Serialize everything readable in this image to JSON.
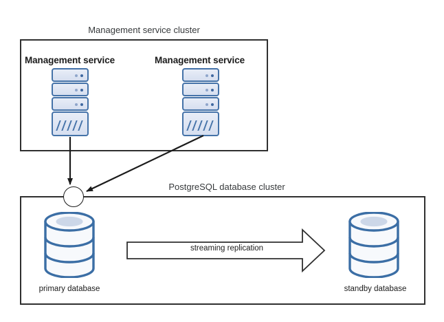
{
  "diagram": {
    "clusters": [
      {
        "id": "management-service-cluster",
        "caption": "Management service cluster"
      },
      {
        "id": "postgresql-database-cluster",
        "caption": "PostgreSQL database cluster"
      }
    ],
    "services": [
      {
        "id": "management-service-1",
        "title": "Management service",
        "icon": "server-stack-icon"
      },
      {
        "id": "management-service-2",
        "title": "Management service",
        "icon": "server-stack-icon"
      }
    ],
    "databases": [
      {
        "id": "primary-database",
        "label": "primary database",
        "icon": "database-cylinder-icon"
      },
      {
        "id": "standby-database",
        "label": "standby database",
        "icon": "database-cylinder-icon"
      }
    ],
    "connections": [
      {
        "id": "svc1-to-junction",
        "type": "arrow",
        "label": ""
      },
      {
        "id": "svc2-to-junction",
        "type": "arrow",
        "label": ""
      },
      {
        "id": "replication-arrow",
        "type": "block-arrow",
        "label": "streaming replication"
      }
    ],
    "junction": {
      "id": "junction-node",
      "shape": "circle"
    },
    "colors": {
      "box_stroke": "#2f2f2f",
      "caption_text": "#36393b",
      "server_stroke": "#4472a8",
      "server_fill": "#dce3ef",
      "db_stroke": "#3b6ea5",
      "db_fill": "#f7f9fc",
      "db_top_fill": "#ccd7e8",
      "arrow_stroke": "#1b1b1b",
      "background": "#ffffff"
    }
  }
}
